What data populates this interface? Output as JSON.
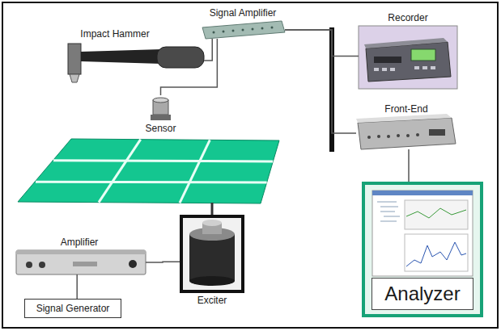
{
  "diagram": {
    "nodes": [
      {
        "text": [
          "Impact Hammer"
        ]
      },
      {
        "text": [
          "Signal Amplifier"
        ]
      },
      {
        "text": [
          "Recorder"
        ]
      },
      {
        "text": [
          "Sensor"
        ]
      },
      {
        "text": [
          "Front-End"
        ]
      },
      {
        "text": [
          "Analyzer"
        ]
      },
      {
        "text": [
          "Amplifier"
        ]
      },
      {
        "text": [
          "Exciter"
        ]
      },
      {
        "text": [
          "Signal Generator"
        ]
      }
    ],
    "edges": [
      {
        "from": 0,
        "to": 1,
        "arrow": "none"
      },
      {
        "from": 3,
        "to": 1,
        "arrow": "none"
      },
      {
        "from": 1,
        "to": 2,
        "arrow": "none"
      },
      {
        "from": 1,
        "to": 4,
        "arrow": "none"
      },
      {
        "from": 4,
        "to": 5,
        "arrow": "none"
      },
      {
        "from": 6,
        "to": 7,
        "arrow": "none"
      },
      {
        "from": 6,
        "to": 8,
        "arrow": "none"
      }
    ]
  }
}
